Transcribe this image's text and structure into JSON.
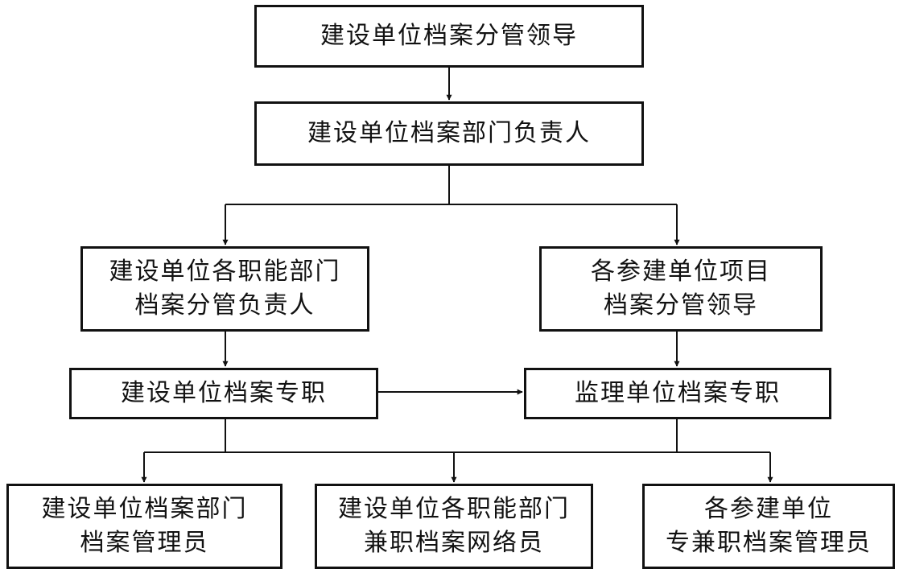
{
  "nodes": {
    "n1": {
      "lines": [
        "建设单位档案分管领导"
      ]
    },
    "n2": {
      "lines": [
        "建设单位档案部门负责人"
      ]
    },
    "n3": {
      "lines": [
        "建设单位各职能部门",
        "档案分管负责人"
      ]
    },
    "n4": {
      "lines": [
        "各参建单位项目",
        "档案分管领导"
      ]
    },
    "n5": {
      "lines": [
        "建设单位档案专职"
      ]
    },
    "n6": {
      "lines": [
        "监理单位档案专职"
      ]
    },
    "n7": {
      "lines": [
        "建设单位档案部门",
        "档案管理员"
      ]
    },
    "n8": {
      "lines": [
        "建设单位各职能部门",
        "兼职档案网络员"
      ]
    },
    "n9": {
      "lines": [
        "各参建单位",
        "专兼职档案管理员"
      ]
    }
  },
  "edges": [
    {
      "from": "n1",
      "to": "n2"
    },
    {
      "from": "n2",
      "to": "n3"
    },
    {
      "from": "n2",
      "to": "n4"
    },
    {
      "from": "n3",
      "to": "n5"
    },
    {
      "from": "n4",
      "to": "n6"
    },
    {
      "from": "n5",
      "to": "n6"
    },
    {
      "from": "n5",
      "to": "n7"
    },
    {
      "from": "n5",
      "to": "n8"
    },
    {
      "from": "n5",
      "to": "n9"
    },
    {
      "from": "n6",
      "to": "n7"
    },
    {
      "from": "n6",
      "to": "n8"
    },
    {
      "from": "n6",
      "to": "n9"
    }
  ]
}
